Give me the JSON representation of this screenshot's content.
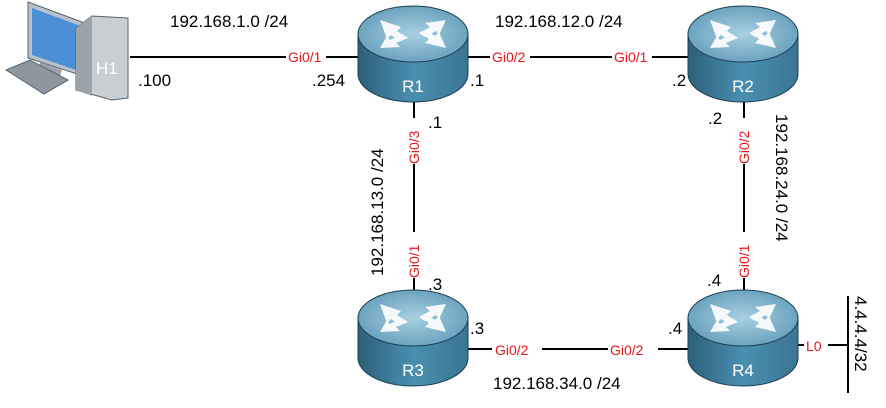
{
  "colors": {
    "interface": "#e8141b",
    "router_top": "#7fb0c8",
    "router_body": "#3f7f9e"
  },
  "host": {
    "name": "H1",
    "ip": ".100",
    "icon": "desktop-computer-icon"
  },
  "routers": [
    {
      "name": "R1"
    },
    {
      "name": "R2"
    },
    {
      "name": "R3"
    },
    {
      "name": "R4"
    }
  ],
  "links": {
    "h1_r1": {
      "network": "192.168.1.0 /24",
      "r1_if": "Gi0/1",
      "r1_ip": ".254"
    },
    "r1_r2": {
      "network": "192.168.12.0 /24",
      "r1_if": "Gi0/2",
      "r1_ip": ".1",
      "r2_if": "Gi0/1",
      "r2_ip": ".2"
    },
    "r1_r3": {
      "network": "192.168.13.0 /24",
      "r1_if": "Gi0/3",
      "r1_ip": ".1",
      "r3_if": "Gi0/1",
      "r3_ip": ".3"
    },
    "r2_r4": {
      "network": "192.168.24.0 /24",
      "r2_if": "Gi0/2",
      "r2_ip": ".2",
      "r4_if": "Gi0/1",
      "r4_ip": ".4"
    },
    "r3_r4": {
      "network": "192.168.34.0 /24",
      "r3_if": "Gi0/2",
      "r3_ip": ".3",
      "r4_if": "Gi0/2",
      "r4_ip": ".4"
    },
    "r4_lo": {
      "network": "4.4.4.4/32",
      "r4_if": "L0"
    }
  }
}
